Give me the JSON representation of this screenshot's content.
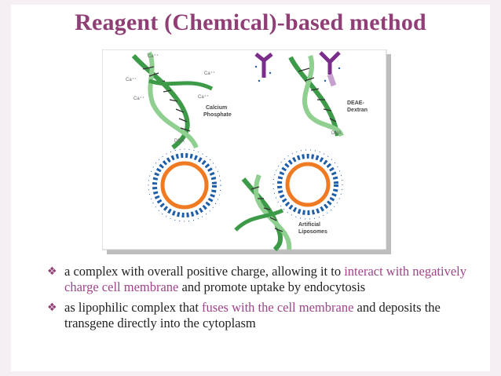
{
  "slide": {
    "title": "Reagent (Chemical)-based method",
    "bullet_icon": "diamond-bullet-icon",
    "bullets": [
      {
        "before": "a complex with overall positive charge, allowing it to ",
        "highlight": "interact with negatively charge cell membrane",
        "after": " and promote uptake by endocytosis"
      },
      {
        "before": "as lipophilic complex that ",
        "highlight": "fuses with the cell membrane",
        "after": " and deposits the transgene directly into the cytoplasm"
      }
    ]
  },
  "figure": {
    "labels": {
      "calcium_phosphate_1": "Calcium",
      "calcium_phosphate_2": "Phosphate",
      "dna_left": "DNA",
      "dna_right": "DNA",
      "deae_1": "DEAE-",
      "deae_2": "Dextran",
      "liposome_1": "Artificial",
      "liposome_2": "Liposomes",
      "ca_ion": "Ca⁺⁺"
    }
  },
  "colors": {
    "title": "#8f3f76",
    "highlight": "#a0438a",
    "dna_green": "#3d9a48",
    "dna_light": "#8fcf8f",
    "antibody_purple": "#7b2d8b",
    "liposome_orange": "#f07a22",
    "liposome_blue": "#1f5ea8"
  }
}
